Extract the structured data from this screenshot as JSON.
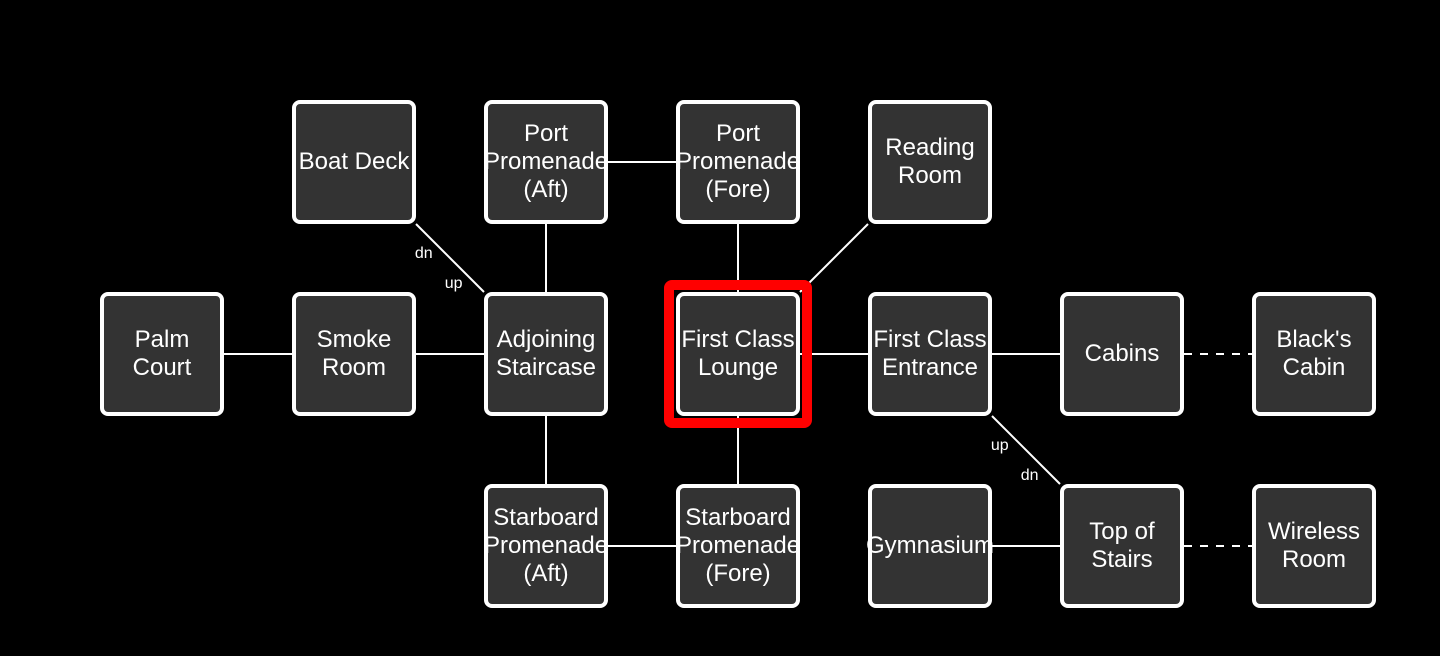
{
  "map": {
    "current_room": "first-class-lounge",
    "colors": {
      "background": "#000000",
      "room_fill": "#333333",
      "room_border": "#ffffff",
      "link": "#ffffff",
      "current_highlight": "#ff0000",
      "text": "#ffffff"
    },
    "rooms": [
      {
        "id": "boat-deck",
        "label": "Boat Deck",
        "col": 1,
        "row": 0
      },
      {
        "id": "port-promenade-aft",
        "label": "Port\nPromenade\n(Aft)",
        "col": 2,
        "row": 0
      },
      {
        "id": "port-promenade-fore",
        "label": "Port\nPromenade\n(Fore)",
        "col": 3,
        "row": 0
      },
      {
        "id": "reading-room",
        "label": "Reading\nRoom",
        "col": 4,
        "row": 0
      },
      {
        "id": "palm-court",
        "label": "Palm\nCourt",
        "col": 0,
        "row": 1
      },
      {
        "id": "smoke-room",
        "label": "Smoke\nRoom",
        "col": 1,
        "row": 1
      },
      {
        "id": "adjoining-staircase",
        "label": "Adjoining\nStaircase",
        "col": 2,
        "row": 1
      },
      {
        "id": "first-class-lounge",
        "label": "First Class\nLounge",
        "col": 3,
        "row": 1
      },
      {
        "id": "first-class-entrance",
        "label": "First Class\nEntrance",
        "col": 4,
        "row": 1
      },
      {
        "id": "cabins",
        "label": "Cabins",
        "col": 5,
        "row": 1
      },
      {
        "id": "blacks-cabin",
        "label": "Black's\nCabin",
        "col": 6,
        "row": 1
      },
      {
        "id": "starboard-promenade-aft",
        "label": "Starboard\nPromenade\n(Aft)",
        "col": 2,
        "row": 2
      },
      {
        "id": "starboard-promenade-fore",
        "label": "Starboard\nPromenade\n(Fore)",
        "col": 3,
        "row": 2
      },
      {
        "id": "gymnasium",
        "label": "Gymnasium",
        "col": 4,
        "row": 2
      },
      {
        "id": "top-of-stairs",
        "label": "Top of\nStairs",
        "col": 5,
        "row": 2
      },
      {
        "id": "wireless-room",
        "label": "Wireless\nRoom",
        "col": 6,
        "row": 2
      }
    ],
    "links": [
      {
        "from": "port-promenade-aft",
        "to": "port-promenade-fore",
        "style": "solid"
      },
      {
        "from": "port-promenade-aft",
        "to": "adjoining-staircase",
        "style": "solid"
      },
      {
        "from": "port-promenade-fore",
        "to": "first-class-lounge",
        "style": "solid"
      },
      {
        "from": "reading-room",
        "to": "first-class-lounge",
        "style": "solid"
      },
      {
        "from": "boat-deck",
        "to": "adjoining-staircase",
        "style": "solid",
        "label_from": "dn",
        "label_to": "up"
      },
      {
        "from": "palm-court",
        "to": "smoke-room",
        "style": "solid"
      },
      {
        "from": "smoke-room",
        "to": "adjoining-staircase",
        "style": "solid"
      },
      {
        "from": "first-class-lounge",
        "to": "first-class-entrance",
        "style": "solid"
      },
      {
        "from": "first-class-entrance",
        "to": "cabins",
        "style": "solid"
      },
      {
        "from": "cabins",
        "to": "blacks-cabin",
        "style": "dashed"
      },
      {
        "from": "adjoining-staircase",
        "to": "starboard-promenade-aft",
        "style": "solid"
      },
      {
        "from": "first-class-lounge",
        "to": "starboard-promenade-fore",
        "style": "solid"
      },
      {
        "from": "starboard-promenade-aft",
        "to": "starboard-promenade-fore",
        "style": "solid"
      },
      {
        "from": "first-class-entrance",
        "to": "top-of-stairs",
        "style": "solid",
        "label_from": "up",
        "label_to": "dn"
      },
      {
        "from": "gymnasium",
        "to": "top-of-stairs",
        "style": "solid"
      },
      {
        "from": "top-of-stairs",
        "to": "wireless-room",
        "style": "dashed"
      }
    ]
  }
}
